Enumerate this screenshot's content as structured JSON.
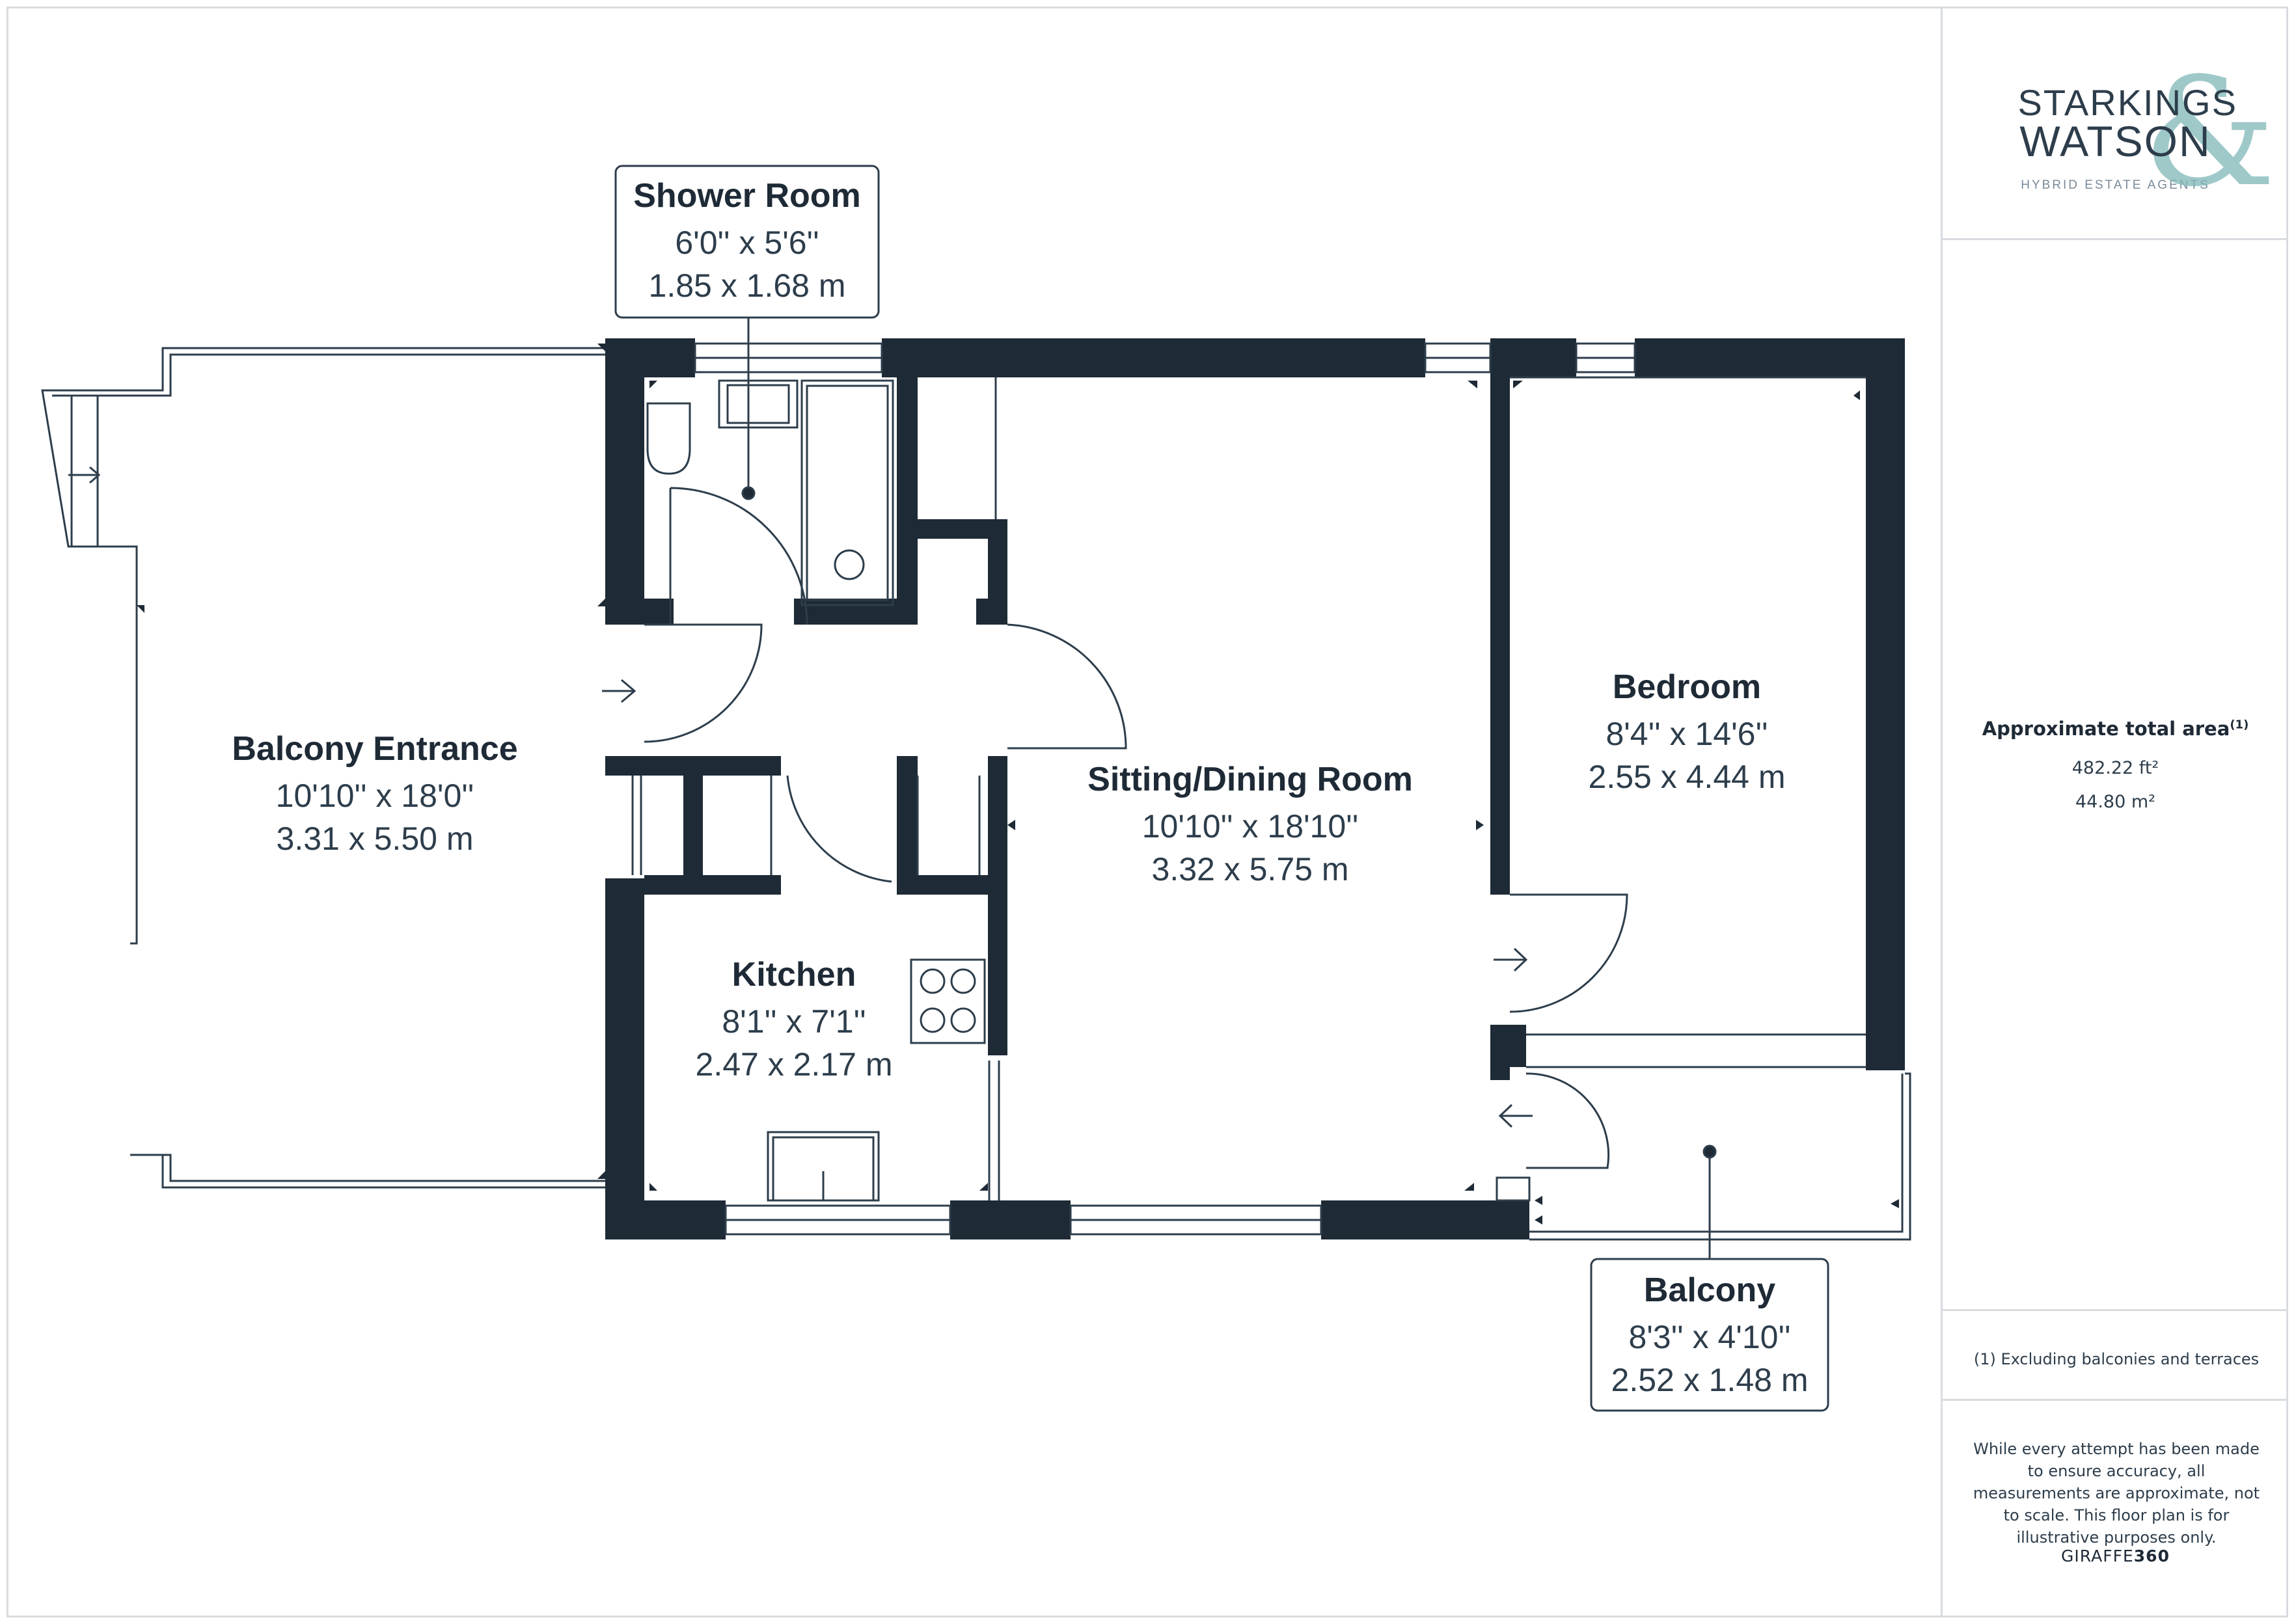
{
  "brand": {
    "logo_line1": "STARKINGS",
    "logo_line2": "WATSON",
    "logo_mark": "&",
    "tagline": "HYBRID ESTATE AGENTS",
    "accent_color": "#7fb8b8"
  },
  "rooms": {
    "shower_room": {
      "name": "Shower Room",
      "imperial": "6'0'' x 5'6''",
      "metric": "1.85 x 1.68 m"
    },
    "balcony_entrance": {
      "name": "Balcony Entrance",
      "imperial": "10'10'' x 18'0''",
      "metric": "3.31 x 5.50 m"
    },
    "sitting_dining": {
      "name": "Sitting/Dining Room",
      "imperial": "10'10'' x 18'10''",
      "metric": "3.32 x 5.75 m"
    },
    "bedroom": {
      "name": "Bedroom",
      "imperial": "8'4'' x 14'6''",
      "metric": "2.55 x 4.44 m"
    },
    "kitchen": {
      "name": "Kitchen",
      "imperial": "8'1'' x 7'1''",
      "metric": "2.47 x 2.17 m"
    },
    "balcony": {
      "name": "Balcony",
      "imperial": "8'3'' x 4'10''",
      "metric": "2.52 x 1.48 m"
    }
  },
  "area": {
    "title": "Approximate total area",
    "footnote_mark": "(1)",
    "sqft": "482.22 ft²",
    "sqm": "44.80 m²"
  },
  "notes": {
    "footnote": "(1) Excluding balconies and terraces",
    "disclaimer": "While every attempt has been made to ensure accuracy, all measurements are approximate, not to scale. This floor plan is for illustrative purposes only."
  },
  "credit": {
    "part1": "GIRAFFE",
    "part2": "360"
  },
  "colors": {
    "wall": "#1e2a36",
    "line": "#2d3d4b",
    "border": "#d8dce0"
  }
}
